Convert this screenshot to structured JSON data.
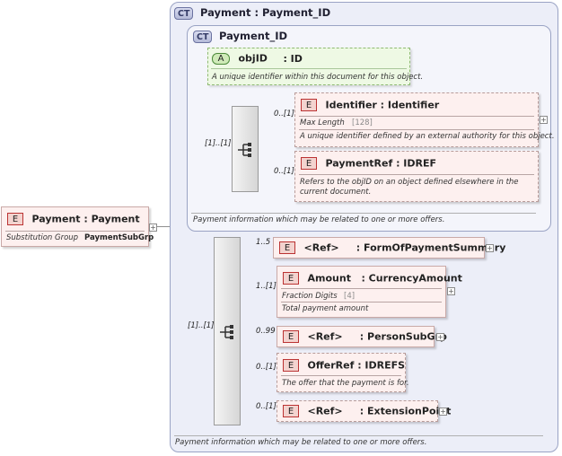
{
  "outer_ct": {
    "badge": "CT",
    "title": "Payment : Payment_ID",
    "footer": "Payment information which may be related to one or more offers."
  },
  "inner_ct": {
    "badge": "CT",
    "title": "Payment_ID",
    "footer": "Payment information which may be related to one or more offers."
  },
  "root": {
    "badge": "E",
    "name": "Payment : Payment",
    "sub_label": "Substitution Group",
    "sub_value": "PaymentSubGrp"
  },
  "attr_objid": {
    "badge": "A",
    "name": "objID",
    "type": ": ID",
    "desc": "A unique identifier within this document for this object."
  },
  "seq_multiplicities": {
    "inner": "[1]..[1]",
    "outer": "[1]..[1]"
  },
  "elements": {
    "identifier": {
      "badge": "E",
      "name": "Identifier : Identifier",
      "mult": "0..[1]",
      "facet_label": "Max Length",
      "facet_value": "[128]",
      "desc": "A unique identifier defined by an external authority for this object."
    },
    "paymentref": {
      "badge": "E",
      "name": "PaymentRef : IDREF",
      "mult": "0..[1]",
      "desc": "Refers to the objID on an object defined elsewhere in the current document."
    },
    "formofpayment": {
      "badge": "E",
      "name": "<Ref>     : FormOfPaymentSummary",
      "mult": "1..5"
    },
    "amount": {
      "badge": "E",
      "name": "Amount   : CurrencyAmount",
      "mult": "1..[1]",
      "facet_label": "Fraction Digits",
      "facet_value": "[4]",
      "desc": "Total payment amount"
    },
    "personsubgrp": {
      "badge": "E",
      "name": "<Ref>     : PersonSubGrp",
      "mult": "0..99"
    },
    "offerref": {
      "badge": "E",
      "name": "OfferRef : IDREFS",
      "mult": "0..[1]",
      "desc": "The offer that the payment is for."
    },
    "extensionpoint": {
      "badge": "E",
      "name": "<Ref>     : ExtensionPoint",
      "mult": "0..[1]"
    }
  },
  "icons": {
    "expand": "+",
    "sequence": "sequence-icon"
  }
}
